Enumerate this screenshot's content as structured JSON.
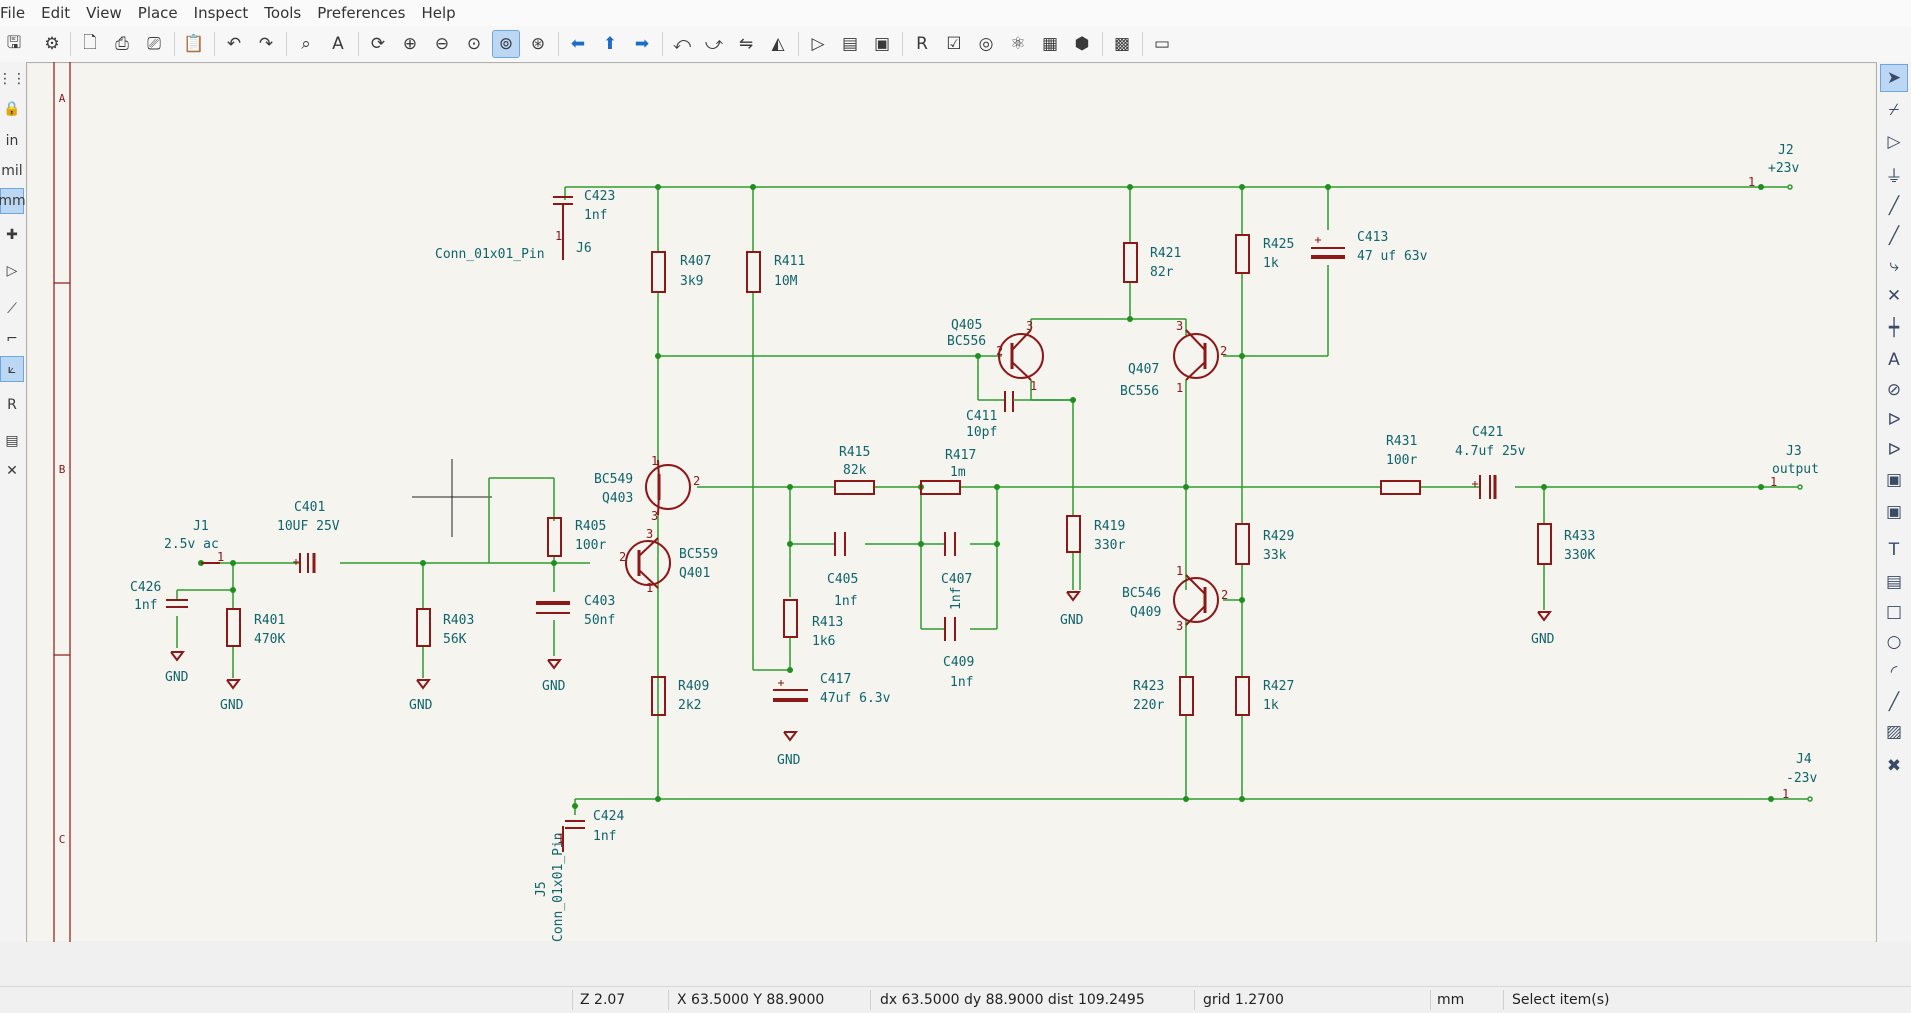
{
  "menu": [
    "File",
    "Edit",
    "View",
    "Place",
    "Inspect",
    "Tools",
    "Preferences",
    "Help"
  ],
  "toolbar_icons": [
    "save-icon",
    "schematic-setup-icon",
    "page-settings-icon",
    "print-icon",
    "plot-icon",
    "paste-icon",
    "undo-icon",
    "redo-icon",
    "find-icon",
    "find-replace-icon",
    "refresh-icon",
    "zoom-in-icon",
    "zoom-out-icon",
    "zoom-fit-icon",
    "zoom-objects-icon",
    "zoom-selection-icon",
    "navigate-back-icon",
    "navigate-up-icon",
    "navigate-forward-icon",
    "rotate-ccw-icon",
    "rotate-cw-icon",
    "mirror-vertical-icon",
    "mirror-horizontal-icon",
    "symbol-editor-icon",
    "symbol-browser-icon",
    "footprint-assign-icon",
    "annotate-icon",
    "erc-icon",
    "simulator-icon",
    "footprint-edit-icon",
    "bom-icon",
    "pcb-editor-icon",
    "scripting-console-icon"
  ],
  "left_toolbar": [
    "grid-icon",
    "lock-icon",
    "in",
    "mil",
    "mm",
    "cursor-icon",
    "hidden-pins-icon",
    "wire-angle-free-icon",
    "wire-angle-90-icon",
    "wire-angle-45-icon",
    "annotate-icon",
    "hierarchy-icon",
    "properties-icon"
  ],
  "right_toolbar": [
    "select-icon",
    "highlight-net-icon",
    "symbol-icon",
    "power-icon",
    "wire-icon",
    "bus-icon",
    "bus-entry-icon",
    "no-connect-icon",
    "junction-icon",
    "label-icon",
    "net-class-icon",
    "global-label-icon",
    "hier-label-icon",
    "hier-sheet-icon",
    "import-sheet-pin-icon",
    "text-icon",
    "textbox-icon",
    "rectangle-icon",
    "circle-icon",
    "arc-icon",
    "line-icon",
    "image-icon",
    "delete-icon"
  ],
  "colors": {
    "wire": "#2e9b2e",
    "component": "#8c1818",
    "junction": "#1f8f1f",
    "canvas": "#f5f4ef",
    "text": "#10646c",
    "border": "#8c1818"
  },
  "border_labels": [
    "A",
    "B",
    "C"
  ],
  "schematic": {
    "conn_j6": {
      "value": "Conn_01x01_Pin",
      "ref": "J6"
    },
    "conn_j5": {
      "value": "Conn_01x01_Pin",
      "ref": "J5"
    },
    "c423": {
      "ref": "C423",
      "value": "1nf"
    },
    "c424": {
      "ref": "C424",
      "value": "1nf"
    },
    "r407": {
      "ref": "R407",
      "value": "3k9"
    },
    "r411": {
      "ref": "R411",
      "value": "10M"
    },
    "r421": {
      "ref": "R421",
      "value": "82r"
    },
    "r425": {
      "ref": "R425",
      "value": "1k"
    },
    "c413": {
      "ref": "C413",
      "value": "47 uf 63v"
    },
    "j2": {
      "ref": "J2",
      "value": "+23v",
      "pin": "1"
    },
    "q405": {
      "ref": "Q405",
      "value": "BC556"
    },
    "q407": {
      "ref": "Q407",
      "value": "BC556"
    },
    "c411": {
      "ref": "C411",
      "value": "10pf"
    },
    "q403": {
      "ref": "Q403",
      "value": "BC549"
    },
    "q401": {
      "ref": "Q401",
      "value": "BC559"
    },
    "q409": {
      "ref": "Q409",
      "value": "BC546"
    },
    "r415": {
      "ref": "R415",
      "value": "82k"
    },
    "r417": {
      "ref": "R417",
      "value": "1m"
    },
    "r431": {
      "ref": "R431",
      "value": "100r"
    },
    "c421": {
      "ref": "C421",
      "value": "4.7uf 25v"
    },
    "j3": {
      "ref": "J3",
      "value": "output",
      "pin": "1"
    },
    "j1": {
      "ref": "J1",
      "value": "2.5v ac",
      "pin": "1"
    },
    "c401": {
      "ref": "C401",
      "value": "10UF 25V"
    },
    "r405": {
      "ref": "R405",
      "value": "100r"
    },
    "c405": {
      "ref": "C405",
      "value": "1nf"
    },
    "c407": {
      "ref": "C407",
      "value": "1nf"
    },
    "r419": {
      "ref": "R419",
      "value": "330r"
    },
    "r429": {
      "ref": "R429",
      "value": "33k"
    },
    "r433": {
      "ref": "R433",
      "value": "330K"
    },
    "c426": {
      "ref": "C426",
      "value": "1nf"
    },
    "r401": {
      "ref": "R401",
      "value": "470K"
    },
    "r403": {
      "ref": "R403",
      "value": "56K"
    },
    "c403": {
      "ref": "C403",
      "value": "50nf"
    },
    "r413": {
      "ref": "R413",
      "value": "1k6"
    },
    "c409": {
      "ref": "C409",
      "value": "1nf"
    },
    "c417": {
      "ref": "C417",
      "value": "47uf 6.3v"
    },
    "r409": {
      "ref": "R409",
      "value": "2k2"
    },
    "r423": {
      "ref": "R423",
      "value": "220r"
    },
    "r427": {
      "ref": "R427",
      "value": "1k"
    },
    "j4": {
      "ref": "J4",
      "value": "-23v",
      "pin": "1"
    },
    "gnd": "GND",
    "pins": {
      "p1": "1",
      "p2": "2",
      "p3": "3"
    }
  },
  "status": {
    "zoom": "Z 2.07",
    "xy": "X 63.5000  Y 88.9000",
    "delta": "dx 63.5000  dy 88.9000  dist 109.2495",
    "grid": "grid 1.2700",
    "units": "mm",
    "mode": "Select item(s)"
  }
}
